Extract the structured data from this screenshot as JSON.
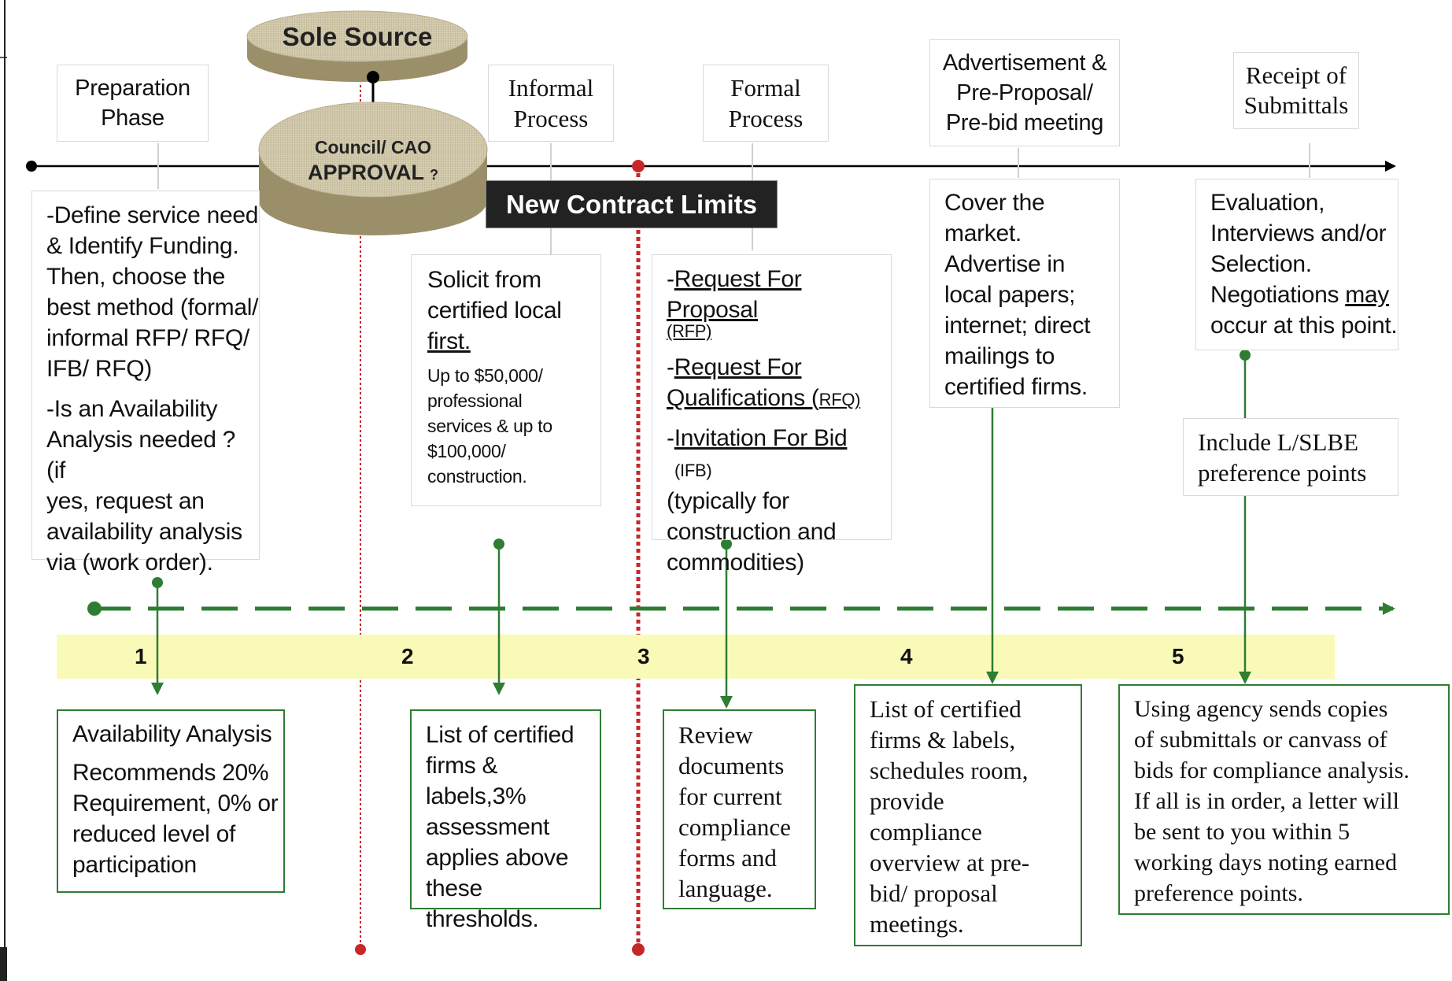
{
  "sole_source": {
    "label": "Sole Source"
  },
  "approval": {
    "line1": "Council/  CAO",
    "line2": "APPROVAL",
    "q": "?"
  },
  "new_contract_limits": "New Contract Limits",
  "stages": {
    "preparation": [
      "Preparation",
      "Phase"
    ],
    "informal": [
      "Informal",
      "Process"
    ],
    "formal": [
      "Formal",
      "Process"
    ],
    "advertisement": [
      "Advertisement &",
      "Pre-Proposal/",
      "Pre-bid meeting"
    ],
    "receipt": [
      "Receipt of",
      "Submittals"
    ]
  },
  "preparation_desc": {
    "p1": [
      "-Define service need",
      "& Identify Funding.",
      "Then, choose  the",
      "best method  (formal/",
      "informal RFP/ RFQ/",
      "IFB/ RFQ)"
    ],
    "p2": [
      "-Is an  Availability",
      "Analysis needed ? (if",
      "yes, request an",
      "availability analysis",
      "via (work order)."
    ]
  },
  "informal_desc": {
    "l1": "Solicit from",
    "l2": "certified local",
    "l3": "first.",
    "small": [
      "Up to $50,000/",
      "professional",
      "services & up to",
      "$100,000/",
      "construction."
    ]
  },
  "formal_desc": {
    "rfp_dash": "-",
    "rfp": "Request For Proposal",
    "rfp_abbr": "(RFP)",
    "rfq_dash": "-",
    "rfq_1": "Request For",
    "rfq_2": "Qualifications (",
    "rfq_abbr": "RFQ)",
    "ifb_dash": "-",
    "ifb": "Invitation For Bid",
    "ifb_abbr": "(IFB)",
    "ifb_rest": [
      "(typically for",
      "construction and",
      "commodities)"
    ]
  },
  "advertisement_desc": [
    "Cover the",
    "market.",
    "Advertise  in",
    "local papers;",
    "internet; direct",
    "mailings to",
    "certified firms."
  ],
  "evaluation_desc": {
    "lines": [
      "Evaluation,",
      "Interviews and/or",
      "Selection."
    ],
    "neg_pre": "Negotiations ",
    "neg_may": "may",
    "neg_post": "occur at this point."
  },
  "preference_points": [
    "Include L/SLBE",
    "preference points"
  ],
  "steps": [
    "1",
    "2",
    "3",
    "4",
    "5"
  ],
  "outcomes": {
    "o1": {
      "title": "Availability Analysis",
      "body": [
        "Recommends 20%",
        "Requirement, 0% or",
        "reduced level of",
        "participation"
      ]
    },
    "o2": [
      "List of certified",
      "firms &",
      "labels,3%",
      "assessment",
      "applies  above",
      "these thresholds."
    ],
    "o3": [
      "Review",
      "documents",
      "for current",
      "compliance",
      "forms and",
      "language."
    ],
    "o4": [
      "List of certified",
      "firms & labels,",
      "schedules room,",
      "provide",
      "compliance",
      "overview at  pre-",
      "bid/ proposal",
      "meetings."
    ],
    "o5": [
      "Using agency sends copies",
      "of submittals or canvass of",
      "bids for compliance analysis.",
      "If all is in order, a letter will",
      "be  sent to you within 5",
      "working days noting earned",
      "preference points."
    ]
  },
  "colors": {
    "green": "#2e7d32",
    "red": "#c62828",
    "band": "#fafab8",
    "dark_label": "#222222"
  }
}
